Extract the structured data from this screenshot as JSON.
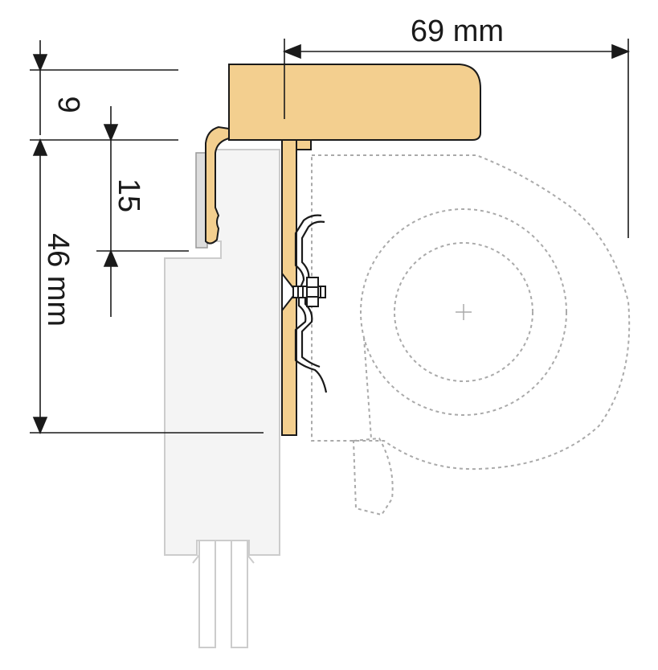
{
  "dimensions": {
    "width_label": "69 mm",
    "top_height_label": "9",
    "mid_height_label": "15",
    "total_height_label": "46 mm"
  },
  "colors": {
    "wood": "#f3cf8f",
    "profile": "#f4f4f4",
    "profile_stroke": "#cccccc",
    "line": "#1a1a1a",
    "dashed": "#aaaaaa",
    "clip": "#dddddd"
  }
}
